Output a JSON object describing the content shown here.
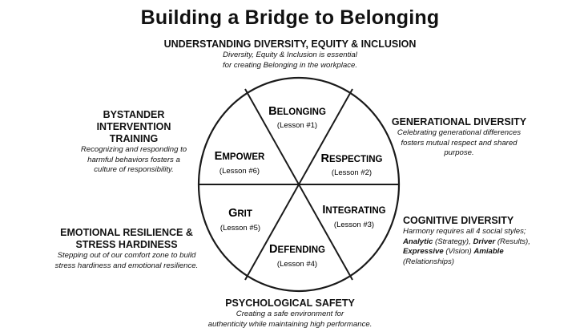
{
  "title": "Building a Bridge to Belonging",
  "top": {
    "heading": "UNDERSTANDING DIVERSITY, EQUITY & INCLUSION",
    "desc1": "Diversity, Equity & Inclusion is essential",
    "desc2": "for creating Belonging in the workplace."
  },
  "generational": {
    "heading": "GENERATIONAL DIVERSITY",
    "desc1": "Celebrating generational differences",
    "desc2": "fosters mutual respect and shared",
    "desc3": "purpose."
  },
  "cognitive": {
    "heading": "COGNITIVE DIVERSITY",
    "desc1": "Harmony requires all 4 social styles;",
    "analytic": "Analytic",
    "analytic_note": " (Strategy), ",
    "driver": "Driver",
    "driver_note": " (Results),",
    "expressive": "Expressive",
    "expressive_note": " (Vision) ",
    "amiable": "Amiable",
    "relationships": "(Relationships)"
  },
  "psychological": {
    "heading": "PSYCHOLOGICAL SAFETY",
    "desc1": "Creating a safe environment for",
    "desc2": "authenticity while maintaining high performance."
  },
  "emotional": {
    "heading1": "EMOTIONAL RESILIENCE &",
    "heading2": "STRESS HARDINESS",
    "desc1": "Stepping out of our comfort zone to build",
    "desc2": "stress hardiness and emotional resilience."
  },
  "bystander": {
    "heading1": "BYSTANDER",
    "heading2": "INTERVENTION",
    "heading3": "TRAINING",
    "desc1": "Recognizing and responding to",
    "desc2": "harmful behaviors fosters a",
    "desc3": "culture of responsibility."
  },
  "wheel": {
    "segments": [
      {
        "first": "B",
        "rest": "ELONGING",
        "lesson": "(Lesson #1)"
      },
      {
        "first": "R",
        "rest": "ESPECTING",
        "lesson": "(Lesson #2)"
      },
      {
        "first": "I",
        "rest": "NTEGRATING",
        "lesson": "(Lesson #3)"
      },
      {
        "first": "D",
        "rest": "EFENDING",
        "lesson": "(Lesson #4)"
      },
      {
        "first": "G",
        "rest": "RIT",
        "lesson": "(Lesson #5)"
      },
      {
        "first": "E",
        "rest": "MPOWER",
        "lesson": "(Lesson #6)"
      }
    ]
  }
}
